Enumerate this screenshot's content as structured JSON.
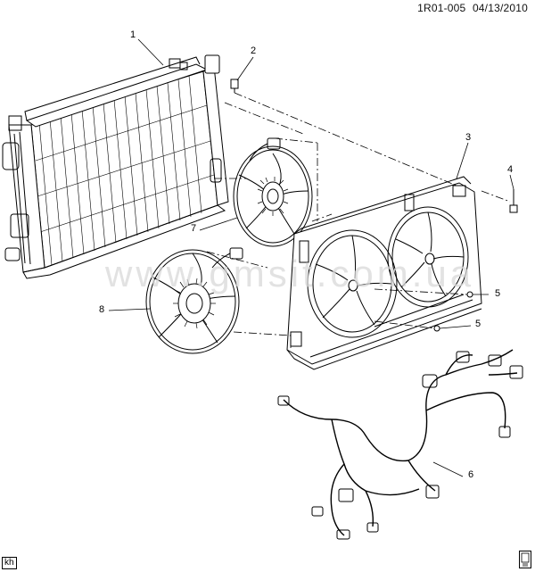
{
  "header": {
    "code": "1R01-005",
    "date": "04/13/2010"
  },
  "callouts": {
    "radiator": "1",
    "bolt_upper": "2",
    "fan_shroud": "3",
    "bolt_right": "4",
    "screw_upper": "5",
    "screw_lower": "5",
    "wiring_harness": "6",
    "fan_upper": "7",
    "fan_lower": "8"
  },
  "watermark": "www.gmsit.com.ua",
  "corner_tag": "kh",
  "colors": {
    "line": "#000000",
    "watermark": "#d9d9d9",
    "background": "#ffffff"
  }
}
